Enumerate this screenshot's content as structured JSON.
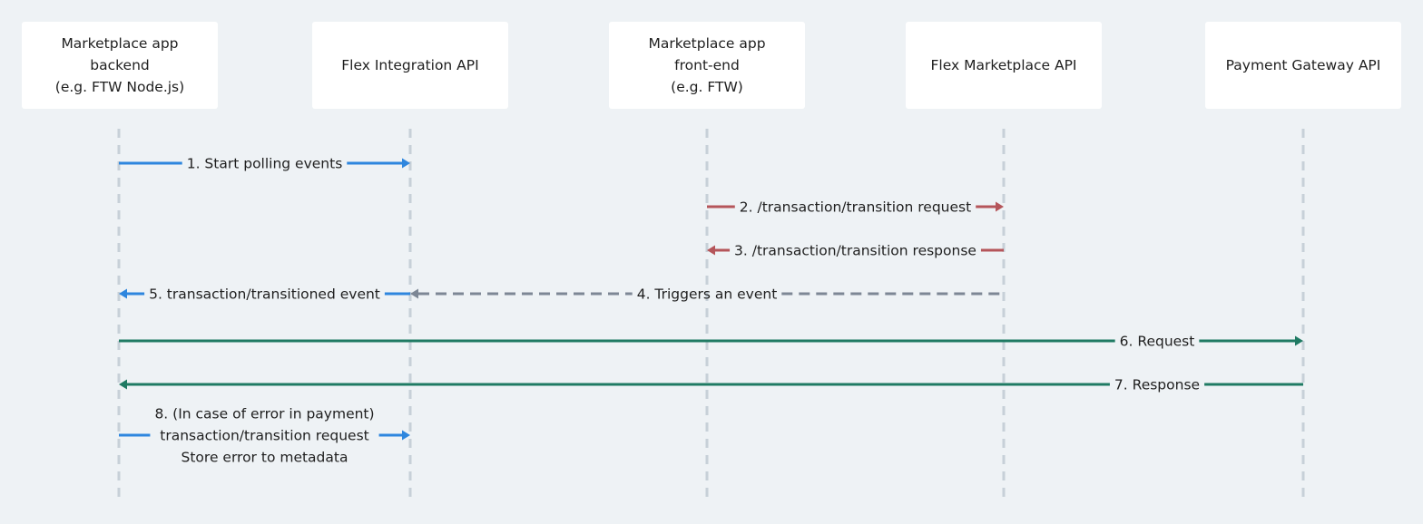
{
  "actors": [
    {
      "id": "backend",
      "label": "Marketplace app\nbackend\n(e.g. FTW Node.js)"
    },
    {
      "id": "integration",
      "label": "Flex Integration API"
    },
    {
      "id": "frontend",
      "label": "Marketplace app\nfront-end\n(e.g. FTW)"
    },
    {
      "id": "marketplace",
      "label": "Flex Marketplace API"
    },
    {
      "id": "gateway",
      "label": "Payment Gateway API"
    }
  ],
  "messages": [
    {
      "from": "backend",
      "to": "integration",
      "style": "solid",
      "color": "#2e86de",
      "label": [
        "1. Start polling events"
      ]
    },
    {
      "from": "frontend",
      "to": "marketplace",
      "style": "solid",
      "color": "#b5555a",
      "label": [
        "2. /transaction/transition request"
      ]
    },
    {
      "from": "marketplace",
      "to": "frontend",
      "style": "solid",
      "color": "#b5555a",
      "label": [
        "3. /transaction/transition response"
      ]
    },
    {
      "from": "marketplace",
      "to": "integration",
      "style": "dashed",
      "color": "#7d8795",
      "label": [
        "4. Triggers an event"
      ]
    },
    {
      "from": "integration",
      "to": "backend",
      "style": "solid",
      "color": "#2e86de",
      "label": [
        "5. transaction/transitioned event"
      ]
    },
    {
      "from": "backend",
      "to": "gateway",
      "style": "solid",
      "color": "#1f7a63",
      "label": [
        "6. Request"
      ]
    },
    {
      "from": "gateway",
      "to": "backend",
      "style": "solid",
      "color": "#1f7a63",
      "label": [
        "7. Response"
      ]
    },
    {
      "from": "backend",
      "to": "integration",
      "style": "solid",
      "color": "#2e86de",
      "label": [
        "8. (In case of error in payment)",
        "transaction/transition request",
        "Store error to metadata"
      ]
    }
  ],
  "colors": {
    "background": "#eef2f5",
    "lifeline": "#c7d0d8"
  }
}
